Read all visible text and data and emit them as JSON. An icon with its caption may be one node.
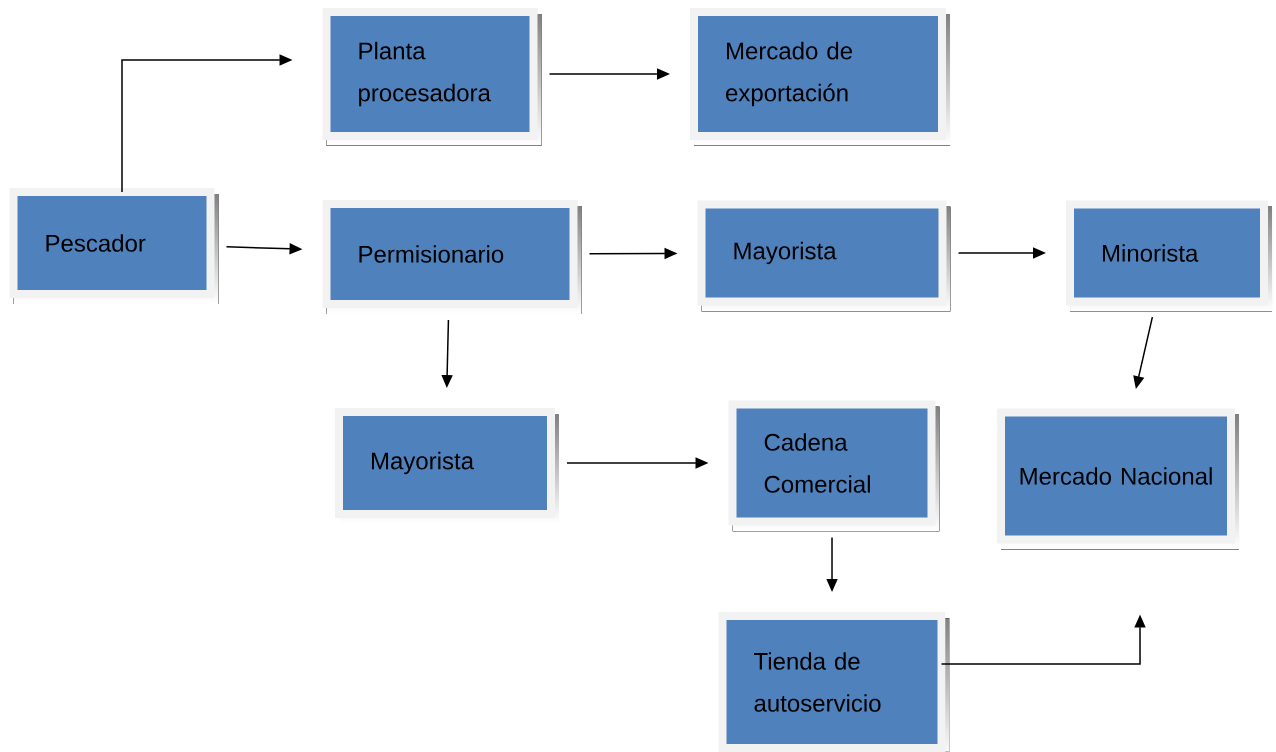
{
  "diagram": {
    "nodes": [
      {
        "text": [
          "Pescador"
        ]
      },
      {
        "text": [
          "Planta procesadora"
        ]
      },
      {
        "text": [
          "Mercado de exportación"
        ]
      },
      {
        "text": [
          "Permisionario"
        ]
      },
      {
        "text": [
          "Mayorista"
        ]
      },
      {
        "text": [
          "Minorista"
        ]
      },
      {
        "text": [
          "Mayorista"
        ]
      },
      {
        "text": [
          "Cadena Comercial"
        ]
      },
      {
        "text": [
          "Mercado Nacional"
        ]
      },
      {
        "text": [
          "Tienda  de autoservicio"
        ]
      }
    ],
    "edges": [
      {
        "from": 0,
        "to": 1,
        "arrow": "to"
      },
      {
        "from": 0,
        "to": 3,
        "arrow": "to"
      },
      {
        "from": 1,
        "to": 2,
        "arrow": "to"
      },
      {
        "from": 3,
        "to": 4,
        "arrow": "to"
      },
      {
        "from": 4,
        "to": 5,
        "arrow": "to"
      },
      {
        "from": 3,
        "to": 6,
        "arrow": "to"
      },
      {
        "from": 6,
        "to": 7,
        "arrow": "to"
      },
      {
        "from": 5,
        "to": 8,
        "arrow": "to"
      },
      {
        "from": 7,
        "to": 9,
        "arrow": "to"
      },
      {
        "from": 9,
        "to": 8,
        "arrow": "to"
      }
    ]
  }
}
